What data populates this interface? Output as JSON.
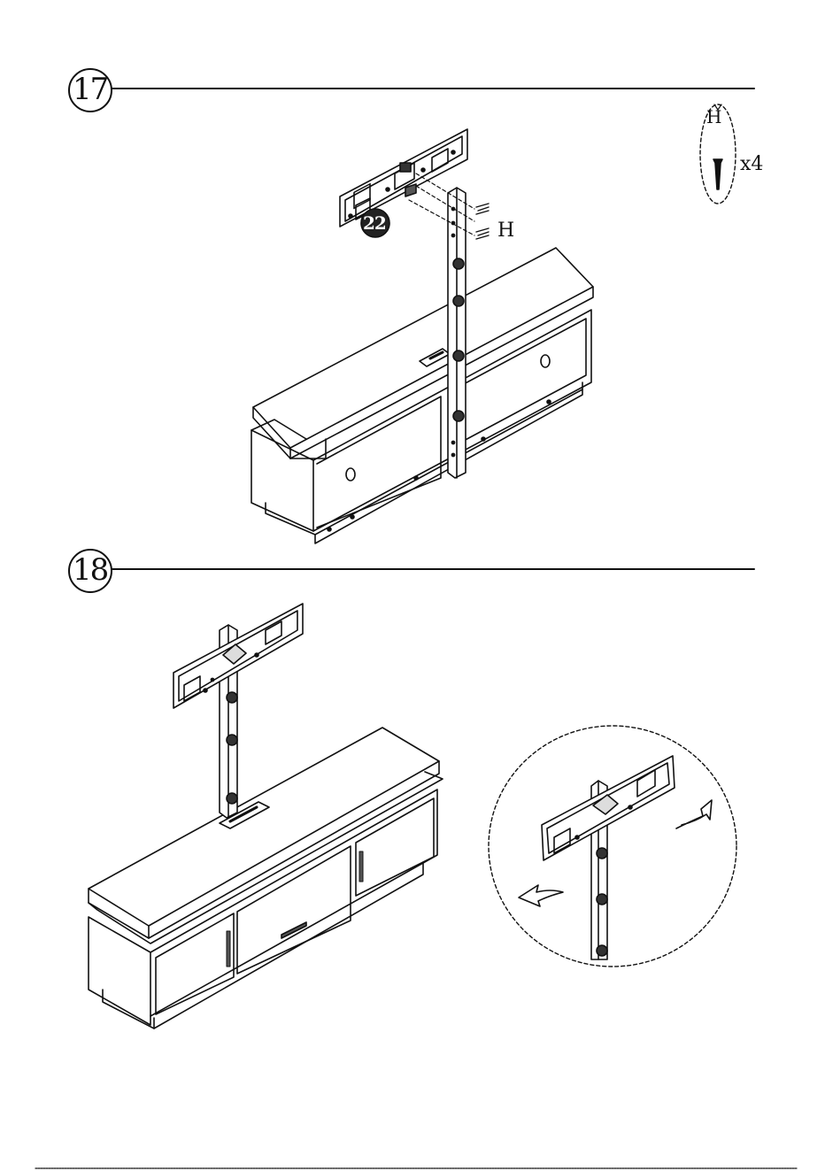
{
  "steps": [
    {
      "number": "17"
    },
    {
      "number": "18"
    }
  ],
  "step17": {
    "part_label": "22",
    "hardware_callout": "H",
    "hardware_legend": {
      "label": "H",
      "quantity": "x4"
    }
  }
}
